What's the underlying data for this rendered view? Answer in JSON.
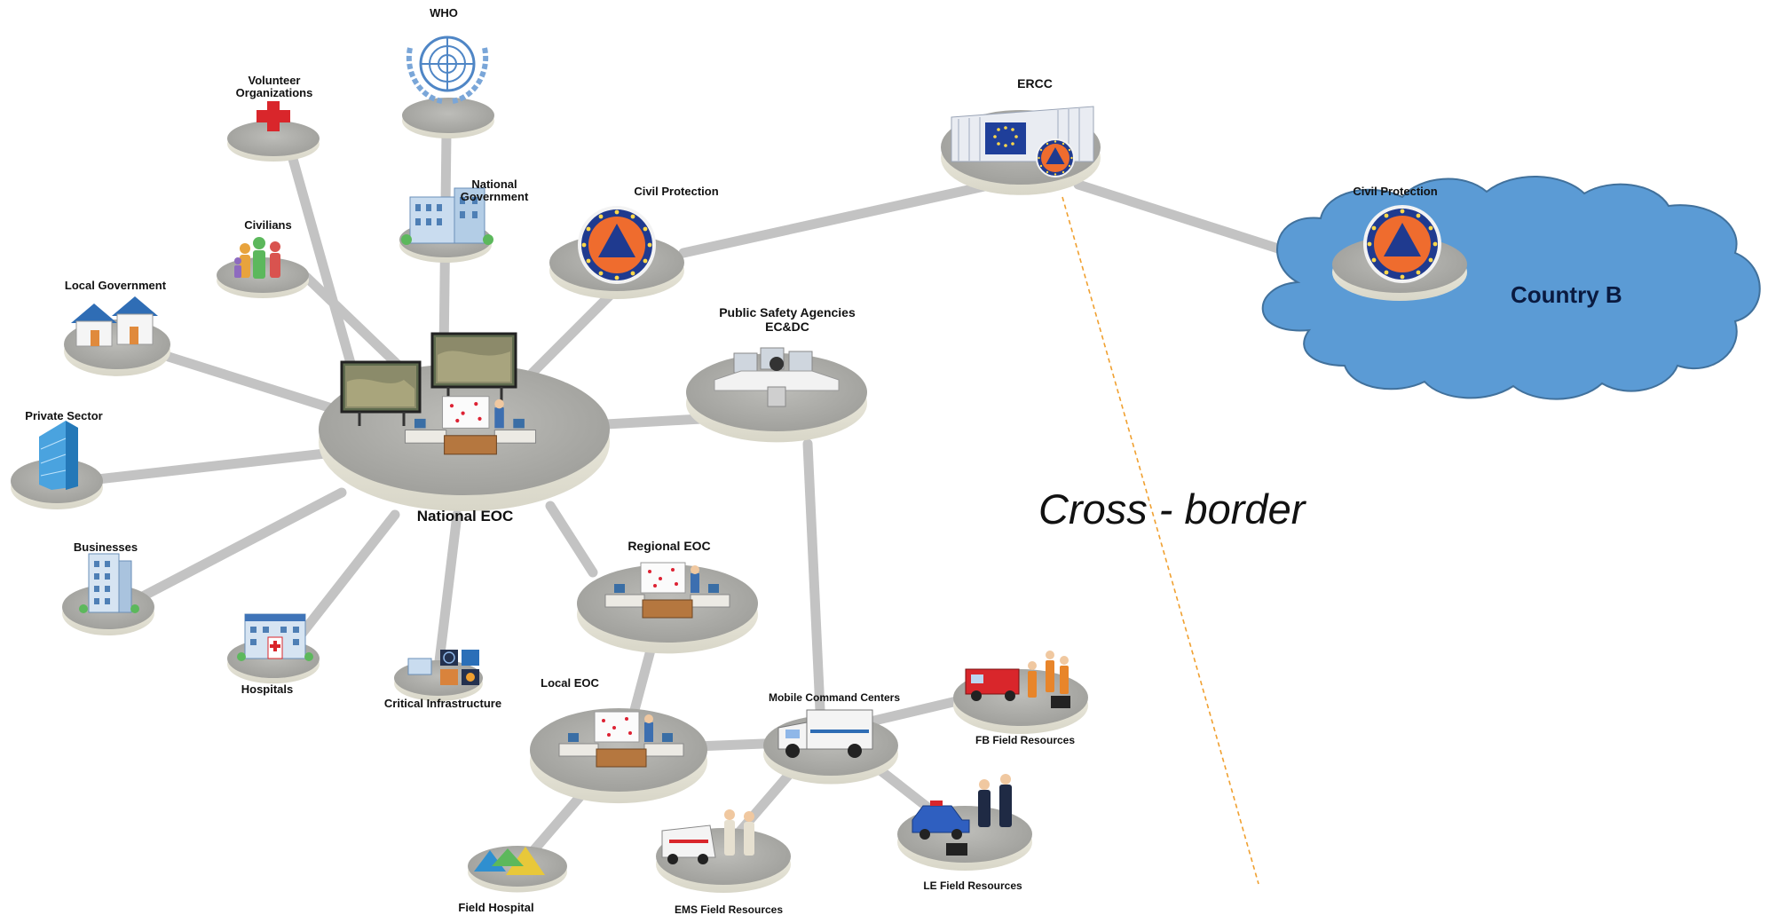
{
  "diagram": {
    "cross_border_label": "Cross - border",
    "country_label": "Country B",
    "nodes": {
      "who": "WHO",
      "volunteer": "Volunteer\nOrganizations",
      "national_government": "National\nGovernment",
      "civilians": "Civilians",
      "local_government": "Local Government",
      "private_sector": "Private Sector",
      "businesses": "Businesses",
      "hospitals": "Hospitals",
      "critical_infrastructure": "Critical Infrastructure",
      "national_eoc": "National EOC",
      "civil_protection_a": "Civil Protection",
      "ercc": "ERCC",
      "civil_protection_b": "Civil Protection",
      "public_safety": "Public Safety Agencies\nEC&DC",
      "regional_eoc": "Regional EOC",
      "local_eoc": "Local EOC",
      "mobile_command": "Mobile Command Centers",
      "fb_field": "FB Field Resources",
      "le_field": "LE Field Resources",
      "ems_field": "EMS Field Resources",
      "field_hospital": "Field Hospital"
    },
    "icons": {
      "who": "un-emblem-icon",
      "volunteer": "red-cross-icon",
      "national_government": "government-building-icon",
      "civilians": "people-group-icon",
      "local_government": "houses-icon",
      "private_sector": "glass-tower-icon",
      "businesses": "office-building-icon",
      "hospitals": "hospital-icon",
      "critical_infrastructure": "infrastructure-icons",
      "national_eoc": "operations-room-icon",
      "civil_protection": "civil-protection-emblem-icon",
      "ercc": "eu-building-icon",
      "public_safety": "dispatch-console-icon",
      "eoc": "desk-with-map-icon",
      "mobile_command": "command-truck-icon",
      "fb_field": "fire-truck-icon",
      "le_field": "police-car-icon",
      "ems_field": "ambulance-icon",
      "field_hospital": "tents-icon"
    },
    "colors": {
      "connector": "#c3c3c3",
      "platform_top": "#a9a9a5",
      "platform_side": "#ebe9dc",
      "cloud_fill": "#5b9bd5",
      "cloud_stroke": "#41719c",
      "emblem_navy": "#1f3a8f",
      "emblem_orange": "#ef6c2e",
      "dashed_line": "#f0a030"
    }
  }
}
